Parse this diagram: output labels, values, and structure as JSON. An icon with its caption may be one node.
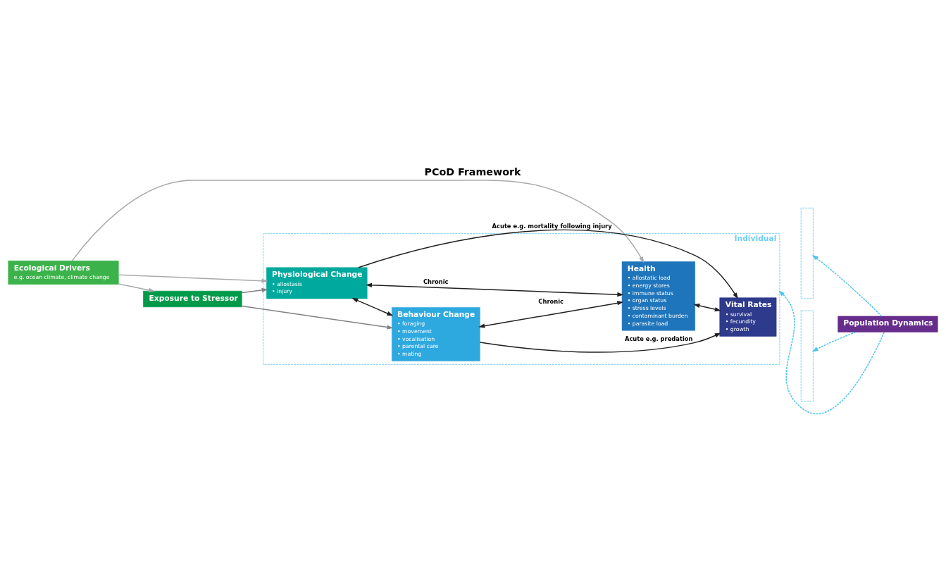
{
  "diagram": {
    "title": "PCoD Framework",
    "nodes": [
      {
        "text": [
          "Ecological Drivers",
          "e.g. ocean climate, climate change"
        ]
      },
      {
        "text": [
          "Exposure to Stressor"
        ]
      },
      {
        "text": [
          "Individual"
        ]
      },
      {
        "text": [
          "Physiological Change",
          "• allostasis",
          "• injury"
        ],
        "in": 2
      },
      {
        "text": [
          "Health",
          "• allostatic load",
          "• energy stores",
          "• immune status",
          "• organ status",
          "• stress levels",
          "• contaminant burden",
          "• parasite load"
        ],
        "in": 2
      },
      {
        "text": [
          "Vital Rates",
          "• survival",
          "• fecundity",
          "• growth"
        ],
        "in": 2
      },
      {
        "text": [
          "Behaviour Change",
          "• foraging",
          "• movement",
          "• vocalisation",
          "• parental care",
          "• mating"
        ],
        "in": 2
      },
      {
        "text": [
          "Population Dynamics"
        ]
      },
      {
        "text": [],
        "shape": "box"
      },
      {
        "text": [],
        "shape": "box"
      }
    ],
    "edges": [
      {
        "from": 0,
        "to": 3,
        "arrow": "to",
        "color": "#a7a9ac"
      },
      {
        "from": 0,
        "to": 4,
        "arrow": "to",
        "color": "#a7a9ac"
      },
      {
        "from": 0,
        "to": 1,
        "arrow": "to",
        "color": "#a7a9ac"
      },
      {
        "from": 1,
        "to": 3,
        "arrow": "to",
        "color": "#808285"
      },
      {
        "from": 1,
        "to": 6,
        "arrow": "to",
        "color": "#808285"
      },
      {
        "from": 3,
        "to": 4,
        "arrow": "both",
        "label": "Chronic"
      },
      {
        "from": 6,
        "to": 4,
        "arrow": "both",
        "label": "Chronic"
      },
      {
        "from": 3,
        "to": 6,
        "arrow": "both"
      },
      {
        "from": 4,
        "to": 5,
        "arrow": "both"
      },
      {
        "from": 3,
        "to": 5,
        "arrow": "to",
        "label": "Acute e.g. mortality following injury"
      },
      {
        "from": 6,
        "to": 5,
        "arrow": "to",
        "label": "Acute e.g. predation"
      },
      {
        "from": 7,
        "to": 2,
        "arrow": "to",
        "style": "dashed",
        "color": "#4dc4ef"
      },
      {
        "from": 7,
        "to": 8,
        "arrow": "to",
        "style": "dashed",
        "color": "#4dc4ef"
      },
      {
        "from": 7,
        "to": 9,
        "arrow": "to",
        "style": "dashed",
        "color": "#4dc4ef"
      }
    ]
  }
}
